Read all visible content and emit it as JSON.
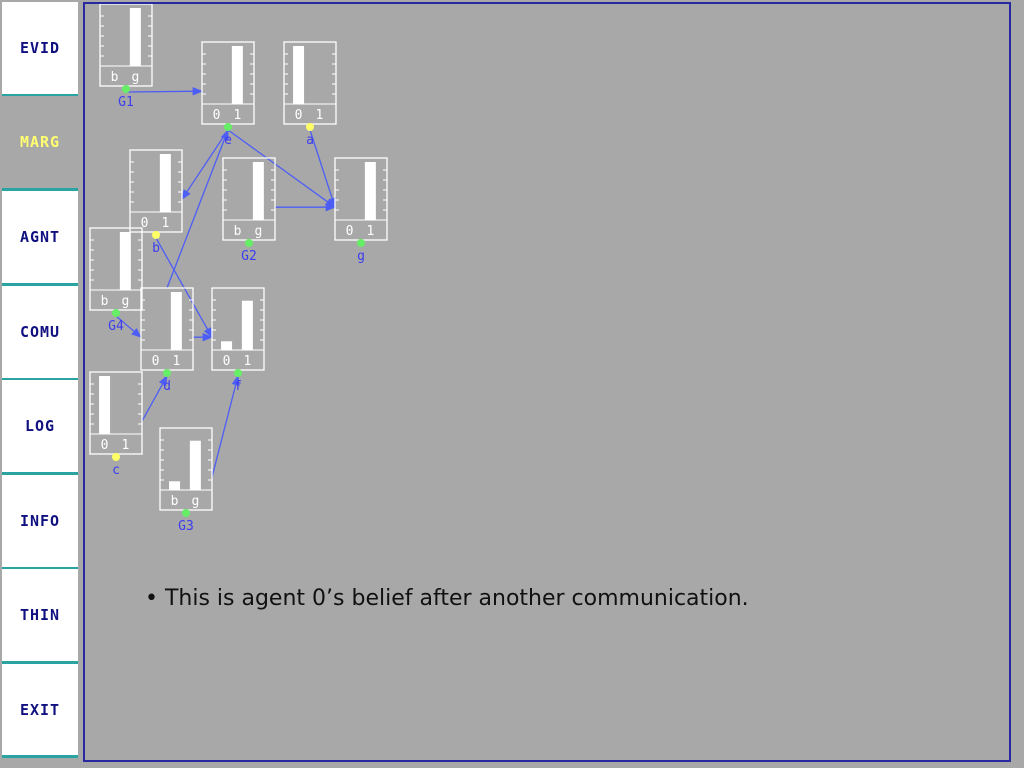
{
  "sidebar": {
    "items": [
      {
        "label": "EVID",
        "active": false
      },
      {
        "label": "MARG",
        "active": true
      },
      {
        "label": "AGNT",
        "active": false
      },
      {
        "label": "COMU",
        "active": false
      },
      {
        "label": "LOG",
        "active": false
      },
      {
        "label": "INFO",
        "active": false
      },
      {
        "label": "THIN",
        "active": false
      },
      {
        "label": "EXIT",
        "active": false
      }
    ]
  },
  "colors": {
    "edge": "#4d5ef5",
    "node_name": "#3d3df0",
    "observed_dot": "#66ee66",
    "unobserved_dot": "#ffff66"
  },
  "network": {
    "nodes": [
      {
        "id": "G1",
        "states": [
          "b",
          "g"
        ],
        "beliefs": [
          0.0,
          1.0
        ],
        "dot": "green"
      },
      {
        "id": "e",
        "states": [
          "0",
          "1"
        ],
        "beliefs": [
          0.0,
          1.0
        ],
        "dot": "green"
      },
      {
        "id": "a",
        "states": [
          "0",
          "1"
        ],
        "beliefs": [
          1.0,
          0.0
        ],
        "dot": "yellow"
      },
      {
        "id": "b",
        "states": [
          "0",
          "1"
        ],
        "beliefs": [
          0.0,
          1.0
        ],
        "dot": "yellow"
      },
      {
        "id": "G2",
        "states": [
          "b",
          "g"
        ],
        "beliefs": [
          0.0,
          1.0
        ],
        "dot": "green"
      },
      {
        "id": "g",
        "states": [
          "0",
          "1"
        ],
        "beliefs": [
          0.0,
          1.0
        ],
        "dot": "green"
      },
      {
        "id": "G4",
        "states": [
          "b",
          "g"
        ],
        "beliefs": [
          0.0,
          1.0
        ],
        "dot": "green"
      },
      {
        "id": "d",
        "states": [
          "0",
          "1"
        ],
        "beliefs": [
          0.0,
          1.0
        ],
        "dot": "green"
      },
      {
        "id": "f",
        "states": [
          "0",
          "1"
        ],
        "beliefs": [
          0.15,
          0.85
        ],
        "dot": "green"
      },
      {
        "id": "c",
        "states": [
          "0",
          "1"
        ],
        "beliefs": [
          1.0,
          0.0
        ],
        "dot": "yellow"
      },
      {
        "id": "G3",
        "states": [
          "b",
          "g"
        ],
        "beliefs": [
          0.15,
          0.85
        ],
        "dot": "green"
      }
    ],
    "edges": [
      {
        "from": "G1",
        "to": "e"
      },
      {
        "from": "e",
        "to": "g"
      },
      {
        "from": "a",
        "to": "g"
      },
      {
        "from": "e",
        "to": "b"
      },
      {
        "from": "G2",
        "to": "g"
      },
      {
        "from": "b",
        "to": "f"
      },
      {
        "from": "d",
        "to": "e"
      },
      {
        "from": "G4",
        "to": "d"
      },
      {
        "from": "d",
        "to": "f"
      },
      {
        "from": "c",
        "to": "d"
      },
      {
        "from": "G3",
        "to": "f"
      }
    ]
  },
  "caption": "• This is agent 0’s belief after another communication."
}
